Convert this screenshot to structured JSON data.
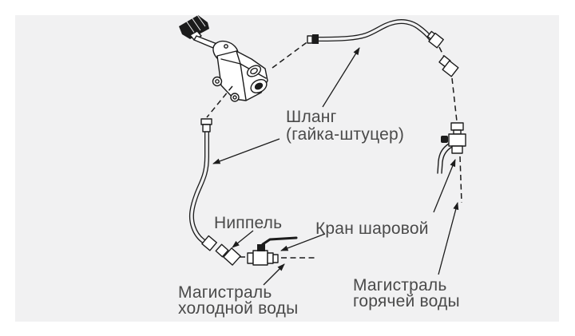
{
  "colors": {
    "page_bg": "#ffffff",
    "panel_bg": "#f1f1f2",
    "line_color": "#1c1c1c",
    "label_color": "#4a4a4a"
  },
  "labels": {
    "hose": {
      "line1": "Шланг",
      "line2": "(гайка-штуцер)"
    },
    "nipple": {
      "text": "Ниппель"
    },
    "ball_valve": {
      "text": "Кран шаровой"
    },
    "cold_water_line": {
      "line1": "Магистраль",
      "line2": "холодной воды"
    },
    "hot_water_line": {
      "line1": "Магистраль",
      "line2": "горячей воды"
    }
  }
}
